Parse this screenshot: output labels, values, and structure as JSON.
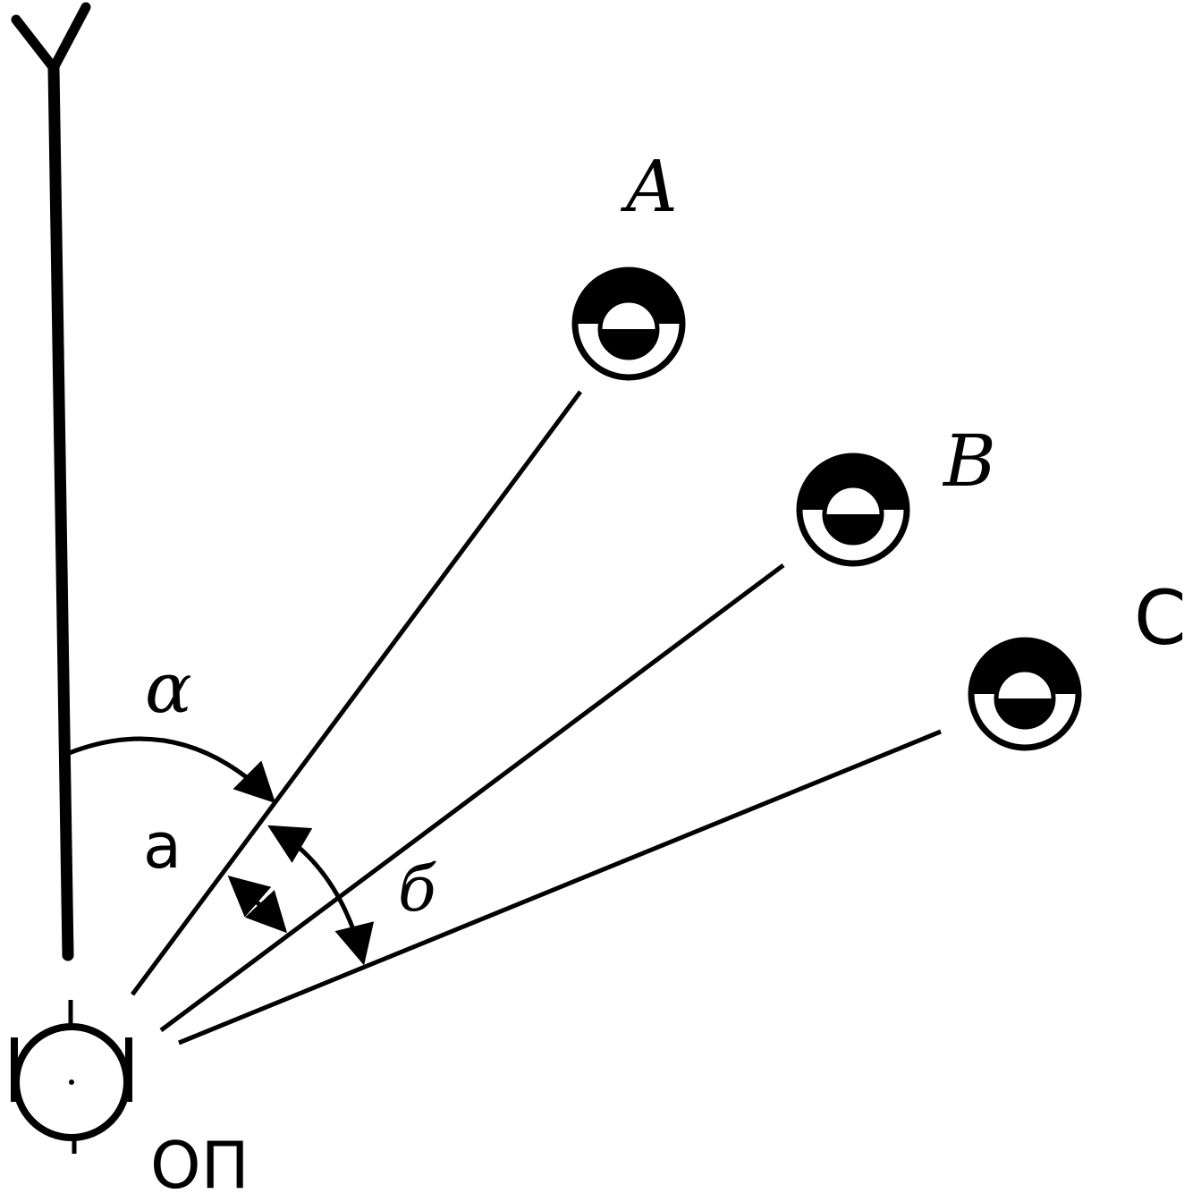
{
  "landmarks": [
    {
      "id": "A",
      "label": "A"
    },
    {
      "id": "B",
      "label": "B"
    },
    {
      "id": "C",
      "label": "C"
    }
  ],
  "angle_labels": {
    "alpha": "α",
    "a": "a",
    "b": "б"
  },
  "observer_label": "ОП",
  "colors": {
    "ink": "#000000",
    "paper": "#ffffff"
  }
}
